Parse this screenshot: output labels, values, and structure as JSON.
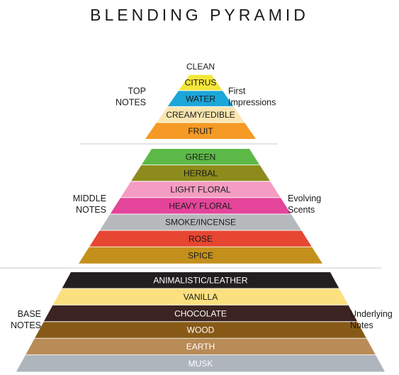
{
  "title": "BLENDING PYRAMID",
  "tiers": [
    {
      "label_lines": [
        "TOP",
        "NOTES"
      ],
      "desc_lines": [
        "First",
        "Impressions"
      ],
      "bands": [
        {
          "label": "CLEAN",
          "color": "#ffffff",
          "text": "#1a1a1a"
        },
        {
          "label": "CITRUS",
          "color": "#f4e63a",
          "text": "#1a1a1a"
        },
        {
          "label": "WATER",
          "color": "#1ba6d9",
          "text": "#1a1a1a"
        },
        {
          "label": "CREAMY/EDIBLE",
          "color": "#fbe6b1",
          "text": "#1a1a1a"
        },
        {
          "label": "FRUIT",
          "color": "#f49a25",
          "text": "#1a1a1a"
        }
      ]
    },
    {
      "label_lines": [
        "MIDDLE",
        "NOTES"
      ],
      "desc_lines": [
        "Evolving",
        "Scents"
      ],
      "bands": [
        {
          "label": "GREEN",
          "color": "#5cb948",
          "text": "#1a1a1a"
        },
        {
          "label": "HERBAL",
          "color": "#8d8b1b",
          "text": "#1a1a1a"
        },
        {
          "label": "LIGHT FLORAL",
          "color": "#f59cc2",
          "text": "#1a1a1a"
        },
        {
          "label": "HEAVY FLORAL",
          "color": "#e4449a",
          "text": "#1a1a1a"
        },
        {
          "label": "SMOKE/INCENSE",
          "color": "#b7babd",
          "text": "#1a1a1a"
        },
        {
          "label": "ROSE",
          "color": "#e64632",
          "text": "#1a1a1a"
        },
        {
          "label": "SPICE",
          "color": "#c4901c",
          "text": "#1a1a1a"
        }
      ]
    },
    {
      "label_lines": [
        "BASE",
        "NOTES"
      ],
      "desc_lines": [
        "Underlying",
        "Notes"
      ],
      "bands": [
        {
          "label": "ANIMALISTIC/LEATHER",
          "color": "#231f20",
          "text": "#ffffff"
        },
        {
          "label": "VANILLA",
          "color": "#fbe07f",
          "text": "#1a1a1a"
        },
        {
          "label": "CHOCOLATE",
          "color": "#3a2320",
          "text": "#ffffff"
        },
        {
          "label": "WOOD",
          "color": "#865a16",
          "text": "#ffffff"
        },
        {
          "label": "EARTH",
          "color": "#b88b57",
          "text": "#ffffff"
        },
        {
          "label": "MUSK",
          "color": "#aeb5bd",
          "text": "#ffffff"
        }
      ]
    }
  ]
}
